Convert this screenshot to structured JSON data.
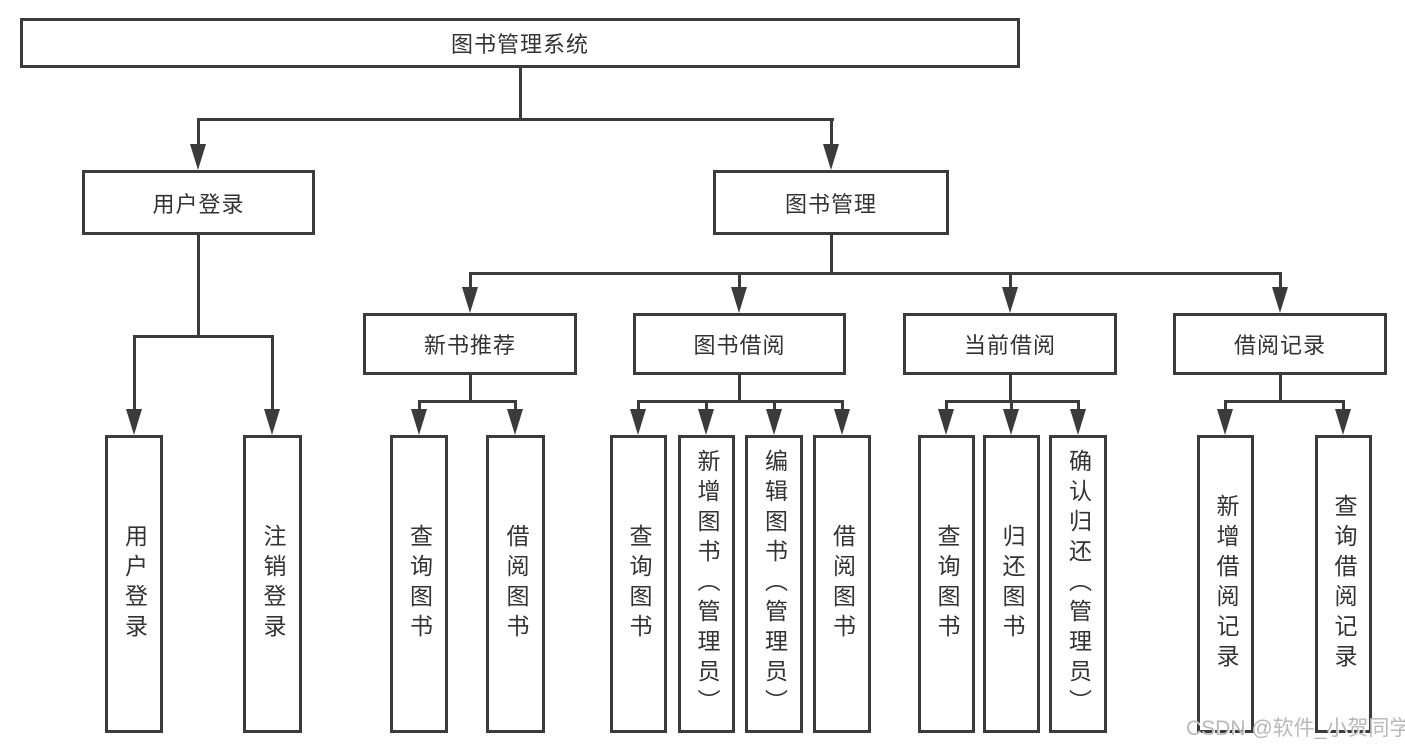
{
  "diagram": {
    "root_label": "图书管理系统",
    "level2": {
      "user_login": "用户登录",
      "book_management": "图书管理"
    },
    "level3": {
      "new_books": "新书推荐",
      "borrowing": "图书借阅",
      "current": "当前借阅",
      "records": "借阅记录"
    },
    "leaves": {
      "user_login": [
        "用户登录",
        "注销登录"
      ],
      "new_books": [
        "查询图书",
        "借阅图书"
      ],
      "borrowing": [
        "查询图书",
        "新增图书（管理员）",
        "编辑图书（管理员）",
        "借阅图书"
      ],
      "current": [
        "查询图书",
        "归还图书",
        "确认归还（管理员）"
      ],
      "records": [
        "新增借阅记录",
        "查询借阅记录"
      ]
    },
    "watermark": "CSDN @软件_小贺同学",
    "colors": {
      "line": "#3b3b3b",
      "text": "#333333",
      "watermark": "#b9b9b9",
      "background": "#ffffff"
    }
  }
}
